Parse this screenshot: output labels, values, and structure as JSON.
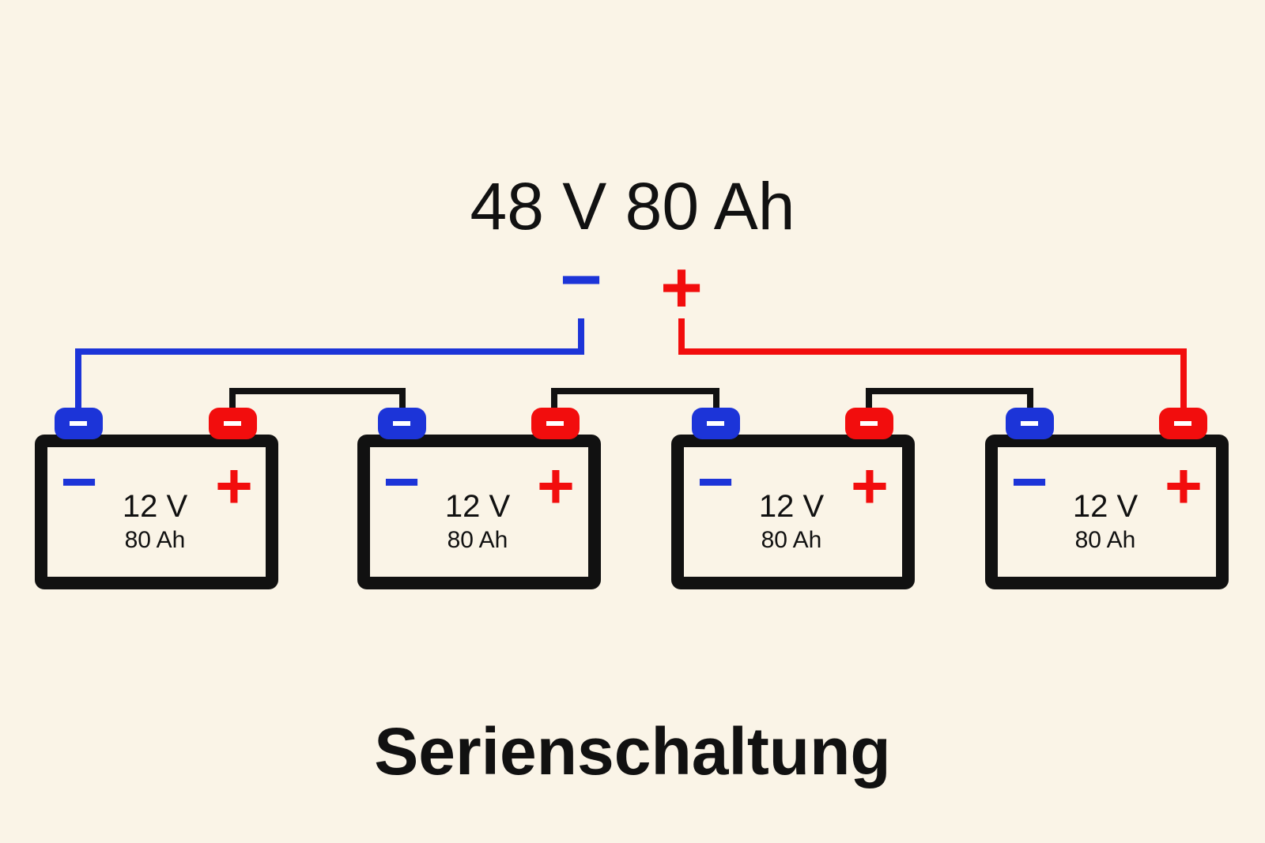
{
  "total_label": "48 V 80 Ah",
  "output_minus_symbol": "−",
  "output_plus_symbol": "+",
  "title": "Serienschaltung",
  "colors": {
    "background": "#faf4e7",
    "negative": "#1c34d8",
    "positive": "#f20d0d",
    "outline": "#111111"
  },
  "batteries": [
    {
      "voltage": "12 V",
      "capacity": "80 Ah",
      "minus_symbol": "−",
      "plus_symbol": "+"
    },
    {
      "voltage": "12 V",
      "capacity": "80 Ah",
      "minus_symbol": "−",
      "plus_symbol": "+"
    },
    {
      "voltage": "12 V",
      "capacity": "80 Ah",
      "minus_symbol": "−",
      "plus_symbol": "+"
    },
    {
      "voltage": "12 V",
      "capacity": "80 Ah",
      "minus_symbol": "−",
      "plus_symbol": "+"
    }
  ]
}
